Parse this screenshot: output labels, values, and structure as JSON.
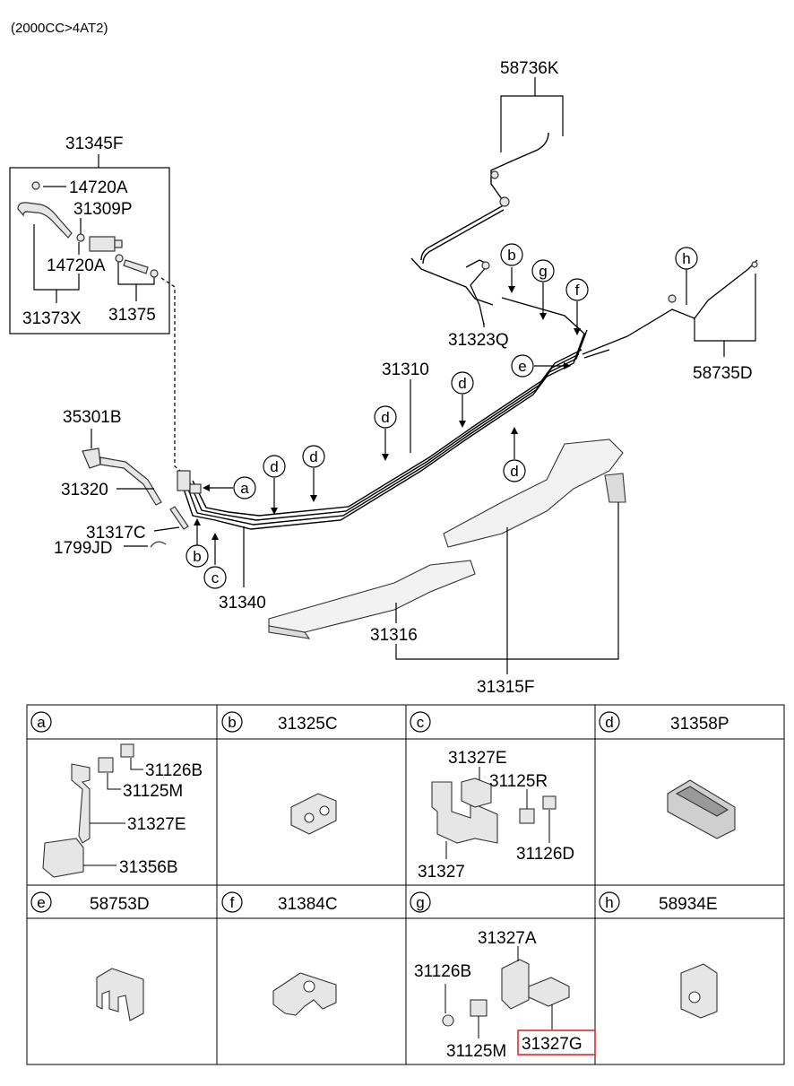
{
  "header": {
    "variant": "(2000CC>4AT2)"
  },
  "colors": {
    "line": "#000000",
    "part_stroke": "#333333",
    "part_fill": "#e6e6e6",
    "highlight": "#e8262a"
  },
  "main_labels": {
    "p58736K": "58736K",
    "p31345F": "31345F",
    "p14720A_top": "14720A",
    "p31309P": "31309P",
    "p14720A_mid": "14720A",
    "p31373X": "31373X",
    "p31375": "31375",
    "p35301B": "35301B",
    "p31320": "31320",
    "p31317C": "31317C",
    "p1799JD": "1799JD",
    "p31340": "31340",
    "p31316": "31316",
    "p31315F": "31315F",
    "p31310": "31310",
    "p31323Q": "31323Q",
    "p58735D": "58735D"
  },
  "callouts": {
    "a": "a",
    "b1": "b",
    "c1": "c",
    "b2": "b",
    "g": "g",
    "f": "f",
    "h": "h",
    "e": "e",
    "d1": "d",
    "d2": "d",
    "d3": "d",
    "d4": "d",
    "d5": "d"
  },
  "table": {
    "a": {
      "letter": "a",
      "title": "",
      "parts": {
        "p31126B": "31126B",
        "p31125M": "31125M",
        "p31327E": "31327E",
        "p31356B": "31356B"
      }
    },
    "b": {
      "letter": "b",
      "title": "31325C"
    },
    "c": {
      "letter": "c",
      "title": "",
      "parts": {
        "p31327E": "31327E",
        "p31125R": "31125R",
        "p31327": "31327",
        "p31126D": "31126D"
      }
    },
    "d": {
      "letter": "d",
      "title": "31358P"
    },
    "e": {
      "letter": "e",
      "title": "58753D"
    },
    "f": {
      "letter": "f",
      "title": "31384C"
    },
    "g": {
      "letter": "g",
      "title": "",
      "parts": {
        "p31327A": "31327A",
        "p31126B": "31126B",
        "p31125M": "31125M",
        "p31327G": "31327G"
      }
    },
    "h": {
      "letter": "h",
      "title": "58934E"
    }
  }
}
